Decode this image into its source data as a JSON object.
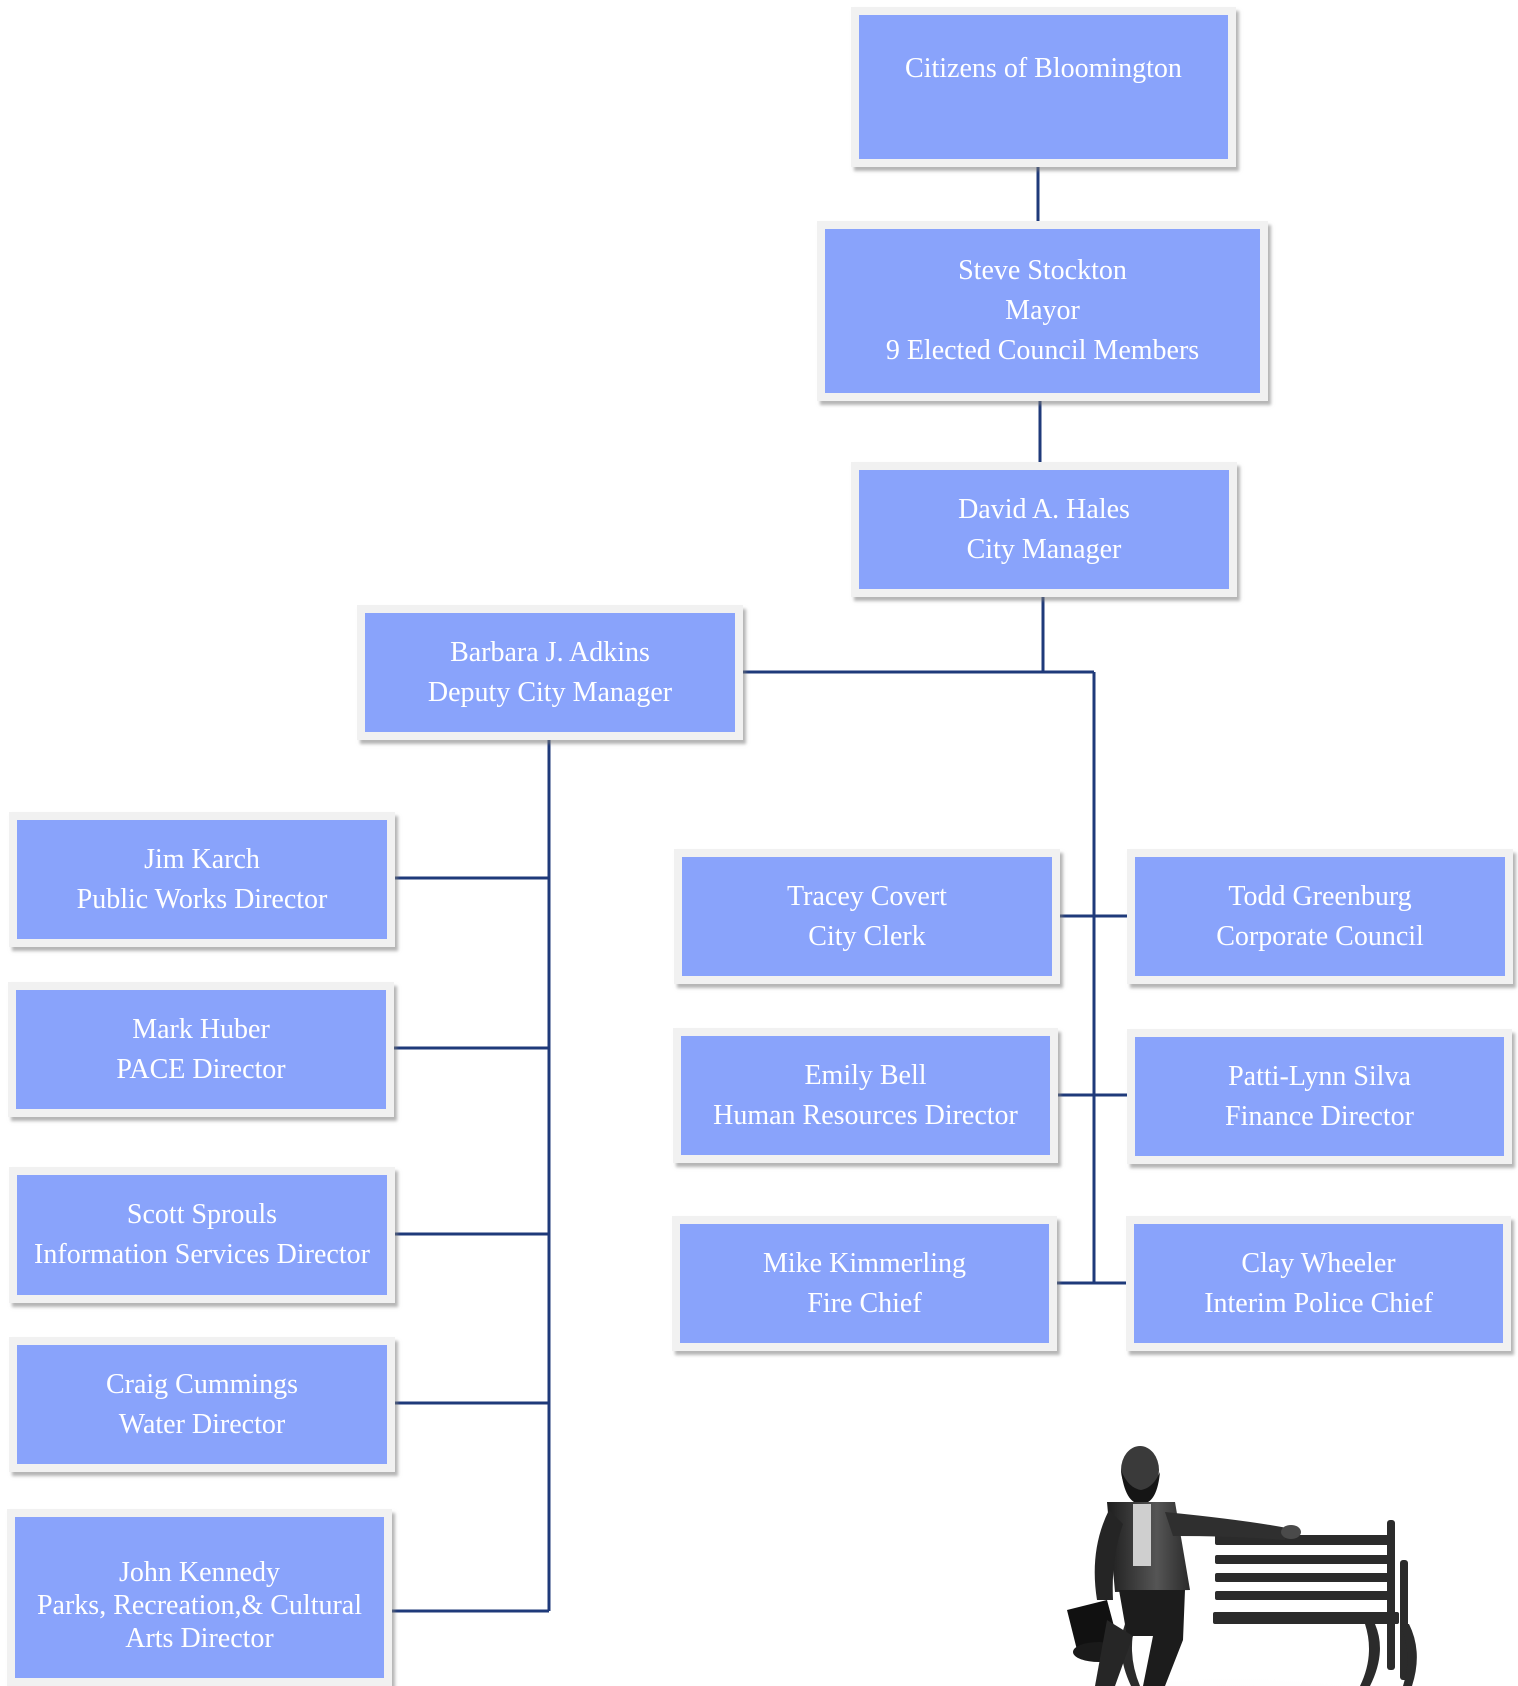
{
  "colors": {
    "box_fill": "#89a3fb",
    "box_border": "#f1f1f1",
    "box_text": "#ffffff",
    "connector": "#1f3a7a"
  },
  "citizens": {
    "title": "Citizens of Bloomington"
  },
  "mayor": {
    "name": "Steve Stockton",
    "role": "Mayor",
    "note": "9 Elected Council Members"
  },
  "city_manager": {
    "name": "David A. Hales",
    "role": "City Manager"
  },
  "deputy": {
    "name": "Barbara J. Adkins",
    "role": "Deputy City Manager"
  },
  "left_directors": [
    {
      "name": "Jim Karch",
      "role": "Public Works Director"
    },
    {
      "name": "Mark Huber",
      "role": "PACE Director"
    },
    {
      "name": "Scott Sprouls",
      "role": "Information Services Director"
    },
    {
      "name": "Craig Cummings",
      "role": "Water Director"
    },
    {
      "name": "John Kennedy",
      "role": "Parks, Recreation,& Cultural",
      "role2": "Arts Director"
    }
  ],
  "right_left_column": [
    {
      "name": "Tracey Covert",
      "role": "City Clerk"
    },
    {
      "name": "Emily Bell",
      "role": "Human Resources Director"
    },
    {
      "name": "Mike Kimmerling",
      "role": "Fire Chief"
    }
  ],
  "right_right_column": [
    {
      "name": "Todd Greenburg",
      "role": "Corporate Council"
    },
    {
      "name": "Patti-Lynn Silva",
      "role": "Finance Director"
    },
    {
      "name": "Clay Wheeler",
      "role": "Interim Police Chief"
    }
  ],
  "decoration": {
    "statue_icon": "lincoln-on-bench-statue"
  }
}
